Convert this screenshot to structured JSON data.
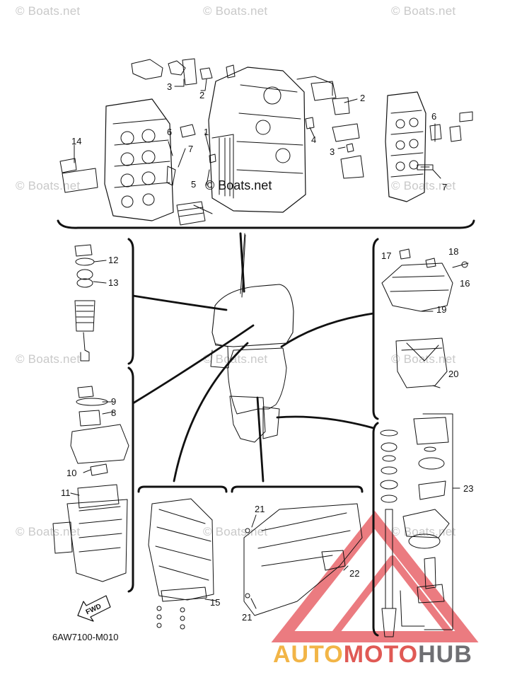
{
  "watermarks": {
    "top_left": "© Boats.net",
    "top_center": "© Boats.net",
    "top_right": "© Boats.net",
    "mid_left": "© Boats.net",
    "mid_center": "© Boats.net",
    "mid_right": "© Boats.net",
    "center_engine": "© Boats.net",
    "lower_left": "© Boats.net",
    "lower_center": "© Boats.net",
    "lower_right": "© Boats.net",
    "bottom_left": "© Boats.net",
    "bottom_center": "© Boats.net"
  },
  "callouts": {
    "c1": "1",
    "c2a": "2",
    "c2b": "2",
    "c3a": "3",
    "c3b": "3",
    "c4": "4",
    "c5": "5",
    "c6a": "6",
    "c6b": "6",
    "c7a": "7",
    "c7b": "7",
    "c8": "8",
    "c9": "9",
    "c10": "10",
    "c11": "11",
    "c12": "12",
    "c13": "13",
    "c14": "14",
    "c15": "15",
    "c16": "16",
    "c17": "17",
    "c18": "18",
    "c19": "19",
    "c20": "20",
    "c21a": "21",
    "c21b": "21",
    "c22": "22",
    "c23": "23"
  },
  "fwd_label": "FWD",
  "diagram_code": "6AW7100-M010",
  "brand": {
    "part1": "AUTO",
    "part2": "MOTO",
    "part3": "HUB"
  },
  "colors": {
    "brand_yellow": "#f2b547",
    "brand_red": "#e05a55",
    "brand_gray": "#6f6f73",
    "watermark": "#c9c9c9"
  }
}
